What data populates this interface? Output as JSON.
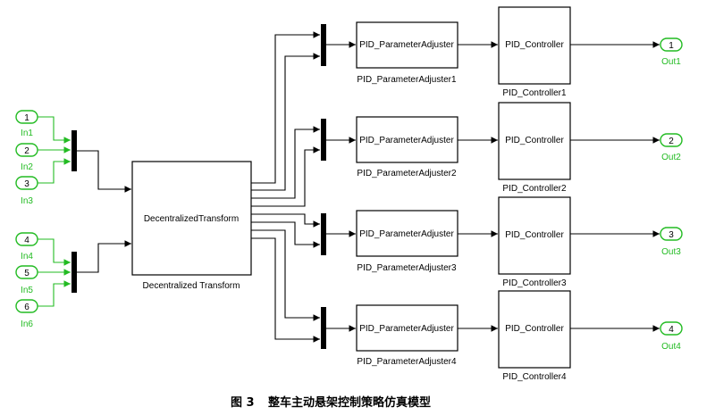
{
  "inputs": [
    {
      "num": "1",
      "label": "In1"
    },
    {
      "num": "2",
      "label": "In2"
    },
    {
      "num": "3",
      "label": "In3"
    },
    {
      "num": "4",
      "label": "In4"
    },
    {
      "num": "5",
      "label": "In5"
    },
    {
      "num": "6",
      "label": "In6"
    }
  ],
  "transform": {
    "text": "DecentralizedTransform",
    "label": "Decentralized Transform"
  },
  "adjusters": [
    {
      "text": "PID_ParameterAdjuster",
      "label": "PID_ParameterAdjuster1"
    },
    {
      "text": "PID_ParameterAdjuster",
      "label": "PID_ParameterAdjuster2"
    },
    {
      "text": "PID_ParameterAdjuster",
      "label": "PID_ParameterAdjuster3"
    },
    {
      "text": "PID_ParameterAdjuster",
      "label": "PID_ParameterAdjuster4"
    }
  ],
  "controllers": [
    {
      "text": "PID_Controller",
      "label": "PID_Controller1"
    },
    {
      "text": "PID_Controller",
      "label": "PID_Controller2"
    },
    {
      "text": "PID_Controller",
      "label": "PID_Controller3"
    },
    {
      "text": "PID_Controller",
      "label": "PID_Controller4"
    }
  ],
  "outputs": [
    {
      "num": "1",
      "label": "Out1"
    },
    {
      "num": "2",
      "label": "Out2"
    },
    {
      "num": "3",
      "label": "Out3"
    },
    {
      "num": "4",
      "label": "Out4"
    }
  ],
  "caption": {
    "fig": "图 3",
    "title": "整车主动悬架控制策略仿真模型"
  },
  "colors": {
    "port": "#22bb22",
    "line": "#000000"
  }
}
